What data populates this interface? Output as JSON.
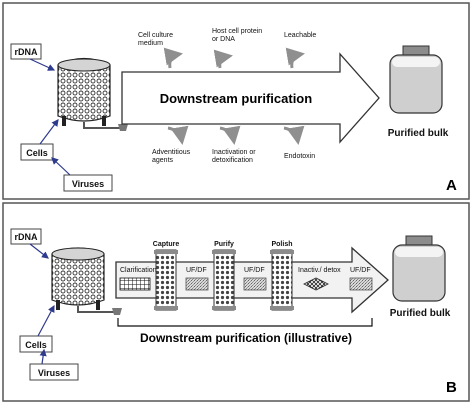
{
  "panel_a": {
    "labels": {
      "rdna": "rDNA",
      "cells": "Cells",
      "viruses": "Viruses",
      "title": "Downstream purification",
      "product": "Purified bulk",
      "letter": "A"
    },
    "impurities_top": {
      "culture_medium_1": "Cell culture",
      "culture_medium_2": "medium",
      "host_cell_1": "Host cell protein",
      "host_cell_2": "or DNA",
      "leachable": "Leachable"
    },
    "impurities_bottom": {
      "adventitious_1": "Adventitious",
      "adventitious_2": "agents",
      "inactivation_1": "Inactivation or",
      "inactivation_2": "detoxification",
      "endotoxin": "Endotoxin"
    }
  },
  "panel_b": {
    "labels": {
      "rdna": "rDNA",
      "cells": "Cells",
      "viruses": "Viruses",
      "title": "Downstream purification (illustrative)",
      "product": "Purified bulk",
      "letter": "B"
    },
    "columns": {
      "capture": "Capture",
      "purify": "Purify",
      "polish": "Polish"
    },
    "steps": {
      "clarification": "Clarification",
      "ufdf_1": "UF/DF",
      "ufdf_2": "UF/DF",
      "inactiv": "Inactiv./ detox",
      "ufdf_3": "UF/DF"
    }
  },
  "colors": {
    "border": "#555555",
    "arrow_blue": "#2e3a8c",
    "column_grey": "#8a8a8a",
    "product_fill": "#cfcfcf"
  }
}
